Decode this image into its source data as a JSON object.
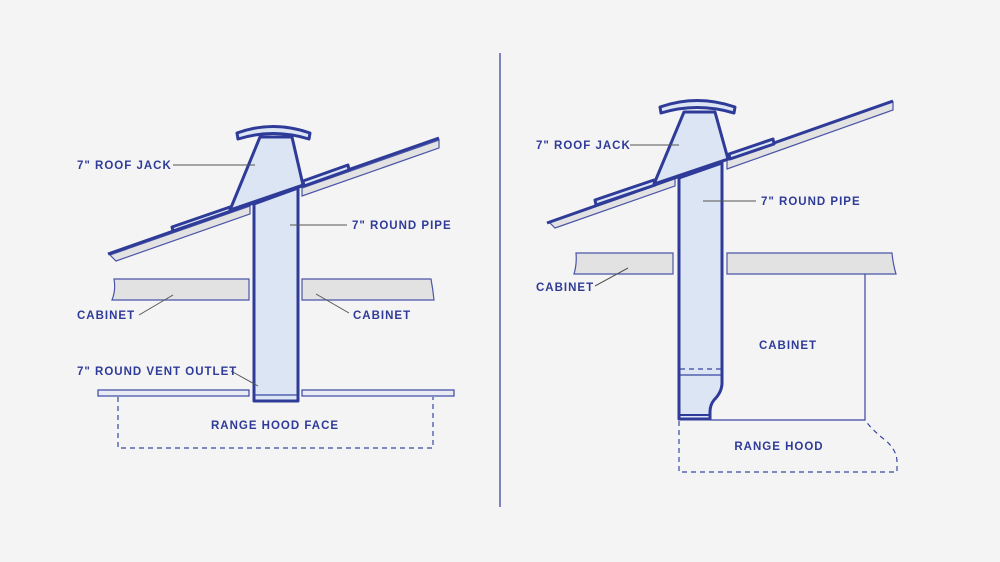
{
  "left_diagram": {
    "roof_jack": "7\" ROOF JACK",
    "round_pipe": "7\" ROUND PIPE",
    "cabinet_left": "CABINET",
    "cabinet_right": "CABINET",
    "vent_outlet": "7\" ROUND VENT OUTLET",
    "range_hood_face": "RANGE HOOD FACE"
  },
  "right_diagram": {
    "roof_jack": "7\" ROOF JACK",
    "round_pipe": "7\" ROUND PIPE",
    "cabinet_left": "CABINET",
    "cabinet_box": "CABINET",
    "range_hood": "RANGE HOOD"
  },
  "colors": {
    "line": "#2f3b98",
    "pipe_fill": "#dce5f4",
    "cabinet_fill": "#e2e2e2",
    "background": "#f4f4f4"
  }
}
